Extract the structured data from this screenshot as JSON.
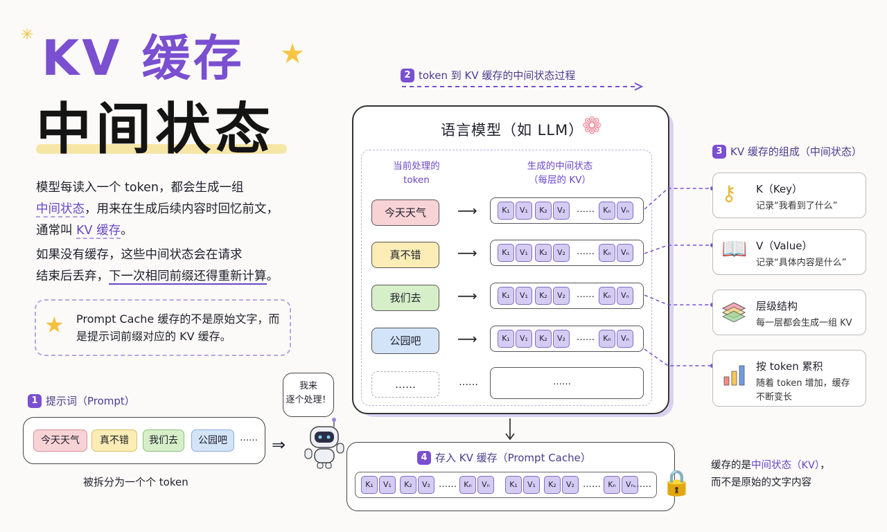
{
  "title": {
    "line1": "KV 缓存",
    "line2": "中间状态"
  },
  "intro": {
    "p1_a": "模型每读入一个 token，都会生成一组",
    "p1_hl": "中间状态",
    "p1_b": "，用来在生成后续内容时回忆前文，",
    "p1_c": "通常叫 ",
    "p1_hl2": "KV 缓存",
    "p1_d": "。",
    "p2_a": "如果没有缓存，这些中间状态会在请求",
    "p2_b": "结束后丢弃，",
    "p2_ul": "下一次相同前缀还得重新计算",
    "p2_c": "。"
  },
  "tip": {
    "icon": "star-icon",
    "text": "Prompt Cache 缓存的不是原始文字，而是提示词前缀对应的 KV 缓存。"
  },
  "sections": {
    "s1": {
      "num": "1",
      "label": "提示词（Prompt）"
    },
    "s2": {
      "num": "2",
      "label": "token  到 KV 缓存的中间状态过程"
    },
    "s3": {
      "num": "3",
      "label": "KV 缓存的组成（中间状态）"
    },
    "s4": {
      "num": "4",
      "label": "存入 KV 缓存（Prompt Cache）"
    }
  },
  "prompt": {
    "chips": [
      "今天天气",
      "真不错",
      "我们去",
      "公园吧"
    ],
    "more": "……",
    "split_label": "被拆分为一个个 token"
  },
  "robot": {
    "bubble_l1": "我来",
    "bubble_l2": "逐个处理！"
  },
  "model": {
    "title": "语言模型（如 LLM）",
    "col1_l1": "当前处理的",
    "col1_l2": "token",
    "col2_l1": "生成的中间状态",
    "col2_l2": "（每层的 KV）",
    "tokens": [
      "今天天气",
      "真不错",
      "我们去",
      "公园吧",
      "……"
    ],
    "kv_labels": [
      "K₁",
      "V₁",
      "K₂",
      "V₂",
      "Kₙ",
      "Vₙ"
    ],
    "kv_dots": "……",
    "last_row_dots": "……"
  },
  "legend": [
    {
      "icon": "key-icon",
      "title": "K（Key）",
      "sub": "记录“我看到了什么”"
    },
    {
      "icon": "book-icon",
      "title": "V（Value）",
      "sub": "记录“具体内容是什么”"
    },
    {
      "icon": "layers-icon",
      "title": "层级结构",
      "sub": "每一层都会生成一组 KV"
    },
    {
      "icon": "bar-chart-icon",
      "title": "按 token 累积",
      "sub1": "随着 token 增加，缓存",
      "sub2": "不断变长"
    }
  ],
  "store": {
    "strip_labels": [
      "K₁",
      "V₁",
      "K₂",
      "V₂",
      "Kₙ",
      "Vₙ"
    ],
    "dots": "……"
  },
  "note": {
    "l1_a": "缓存的是",
    "l1_hl": "中间状态（KV）",
    "l1_b": "，",
    "l2": "而不是原始的文字内容"
  },
  "colors": {
    "accent": "#7a4fd0",
    "pink": "#f8d3d6",
    "yellow": "#fbedb5",
    "green": "#d6efc9",
    "blue": "#d3e4f8",
    "kv": "#d5ccf4"
  }
}
